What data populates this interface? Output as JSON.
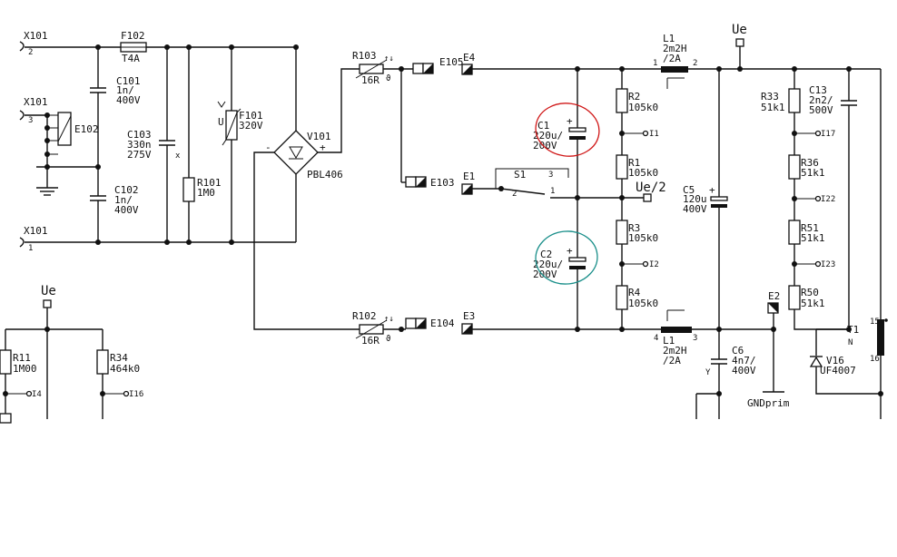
{
  "connectors": {
    "x101_pin2": {
      "name": "X101",
      "pin": "2"
    },
    "x101_pin3": {
      "name": "X101",
      "pin": "3"
    },
    "x101_pin1": {
      "name": "X101",
      "pin": "1"
    }
  },
  "components": {
    "f102": {
      "ref": "F102",
      "value": "T4A"
    },
    "c101": {
      "ref": "C101",
      "value1": "1n/",
      "value2": "400V"
    },
    "c102": {
      "ref": "C102",
      "value1": "1n/",
      "value2": "400V"
    },
    "c103": {
      "ref": "C103",
      "value1": "330n",
      "value2": "275V"
    },
    "e102": {
      "ref": "E102"
    },
    "f101": {
      "ref": "F101",
      "value": "320V",
      "u_mark": "U"
    },
    "r101": {
      "ref": "R101",
      "value": "1M0"
    },
    "v101": {
      "ref": "V101",
      "value": "PBL406",
      "minus": "-",
      "plus": "+"
    },
    "r103": {
      "ref": "R103",
      "value": "16R",
      "mark": "↑↓",
      "theta": "ϑ"
    },
    "r102": {
      "ref": "R102",
      "value": "16R",
      "mark": "↑↓",
      "theta": "ϑ"
    },
    "e105": {
      "ref": "E105"
    },
    "e103": {
      "ref": "E103"
    },
    "e104": {
      "ref": "E104"
    },
    "e4": {
      "ref": "E4"
    },
    "e1": {
      "ref": "E1"
    },
    "e3": {
      "ref": "E3"
    },
    "e2": {
      "ref": "E2"
    },
    "s1": {
      "ref": "S1",
      "pin1": "1",
      "pin2": "2",
      "pin3": "3"
    },
    "c1": {
      "ref": "C1",
      "value1": "220u/",
      "value2": "200V",
      "plus": "+"
    },
    "c2": {
      "ref": "C2",
      "value1": "220u/",
      "value2": "200V",
      "plus": "+"
    },
    "r2": {
      "ref": "R2",
      "value": "105k0"
    },
    "r1": {
      "ref": "R1",
      "value": "105k0"
    },
    "r3": {
      "ref": "R3",
      "value": "105k0"
    },
    "r4": {
      "ref": "R4",
      "value": "105k0"
    },
    "l1_top": {
      "ref": "L1",
      "value1": "2m2H",
      "value2": "/2A",
      "pin_a": "1",
      "pin_b": "2"
    },
    "l1_bot": {
      "ref": "L1",
      "value1": "2m2H",
      "value2": "/2A",
      "pin_a": "4",
      "pin_b": "3"
    },
    "c5": {
      "ref": "C5",
      "value1": "120u",
      "value2": "400V",
      "plus": "+"
    },
    "c6": {
      "ref": "C6",
      "value1": "4n7/",
      "value2": "400V",
      "mark": "Y"
    },
    "r33": {
      "ref": "R33",
      "value": "51k1"
    },
    "c13": {
      "ref": "C13",
      "value1": "2n2/",
      "value2": "500V"
    },
    "r36": {
      "ref": "R36",
      "value": "51k1"
    },
    "r51": {
      "ref": "R51",
      "value": "51k1"
    },
    "r50": {
      "ref": "R50",
      "value": "51k1"
    },
    "v16": {
      "ref": "V16",
      "value": "UF4007"
    },
    "t1": {
      "ref": "T1",
      "pin_a": "15",
      "pin_b": "16",
      "mark": "N"
    },
    "r11": {
      "ref": "R11",
      "value": "1M00"
    },
    "r34": {
      "ref": "R34",
      "value": "464k0"
    }
  },
  "nets": {
    "ue_top": "Ue",
    "ue_left": "Ue",
    "ue_half": "Ue/2",
    "gnd": "GNDprim"
  },
  "testpoints": {
    "i1": "I1",
    "i2": "I2",
    "i17": "I17",
    "i22": "I22",
    "i23": "I23",
    "i4": "I4",
    "i16": "I16"
  },
  "annotations": {
    "c1_circle_color": "#d01818",
    "c2_circle_color": "#1a8f8a"
  }
}
